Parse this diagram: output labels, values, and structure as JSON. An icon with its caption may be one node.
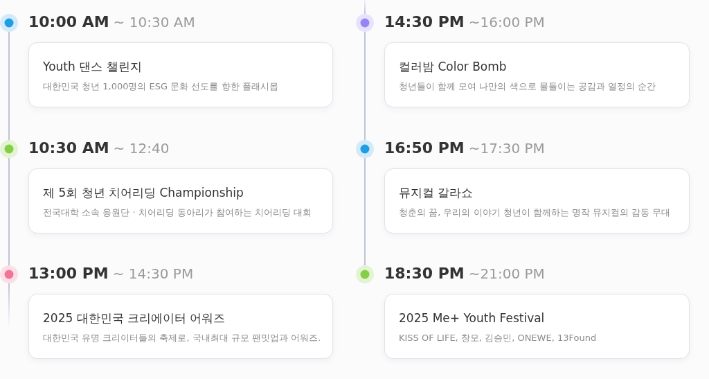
{
  "diagram": {
    "nodes": [
      {
        "text": [],
        "shape": "circle"
      },
      {
        "text": [
          "Youth 댄스 챌린지",
          "대한민국 청년 1,000명의 ESG 문화 선도를 향한 플래시몹"
        ],
        "beside": [
          "10:00 AM",
          "~ 10:30 AM"
        ]
      },
      {
        "text": [],
        "shape": "circle"
      },
      {
        "text": [
          "제 5회 청년 치어리딩 Championship",
          "전국대학 소속 응원단 · 치어리딩 동아리가 참여하는 치어리딩 대회"
        ],
        "beside": [
          "10:30 AM",
          "~ 12:40"
        ]
      },
      {
        "text": [],
        "shape": "circle"
      },
      {
        "text": [
          "2025 대한민국 크리에이터 어워즈",
          "대한민국 유명 크리이터들의 축제로, 국내최대 규모 팬밋업과 어워즈."
        ],
        "beside": [
          "13:00 PM",
          "~ 14:30 PM"
        ]
      },
      {
        "text": [],
        "shape": "circle"
      },
      {
        "text": [
          "컬러밤 Color Bomb",
          "청년들이 함께 모여 나만의 색으로 물들이는 공감과 열정의 순간"
        ],
        "beside": [
          "14:30 PM",
          "~16:00 PM"
        ]
      },
      {
        "text": [],
        "shape": "circle"
      },
      {
        "text": [
          "뮤지컬 갈라쇼",
          "청춘의 꿈, 우리의 이야기 청년이 함께하는 명작 뮤지컬의 감동 무대"
        ],
        "beside": [
          "16:50 PM",
          "~17:30 PM"
        ]
      },
      {
        "text": [],
        "shape": "circle"
      },
      {
        "text": [
          "2025 Me+ Youth Festival",
          "KISS OF LIFE, 창모, 김승민, ONEWE, 13Found"
        ],
        "beside": [
          "18:30 PM",
          "~21:00 PM"
        ]
      }
    ],
    "edges": [
      {
        "from": 0,
        "to": 2,
        "arrow": "none"
      },
      {
        "from": 2,
        "to": 4,
        "arrow": "none"
      },
      {
        "from": 4,
        "to": null,
        "arrow": "none"
      },
      {
        "from": null,
        "to": 6,
        "arrow": "none"
      },
      {
        "from": 6,
        "to": 8,
        "arrow": "none"
      },
      {
        "from": 8,
        "to": 10,
        "arrow": "none"
      }
    ]
  }
}
